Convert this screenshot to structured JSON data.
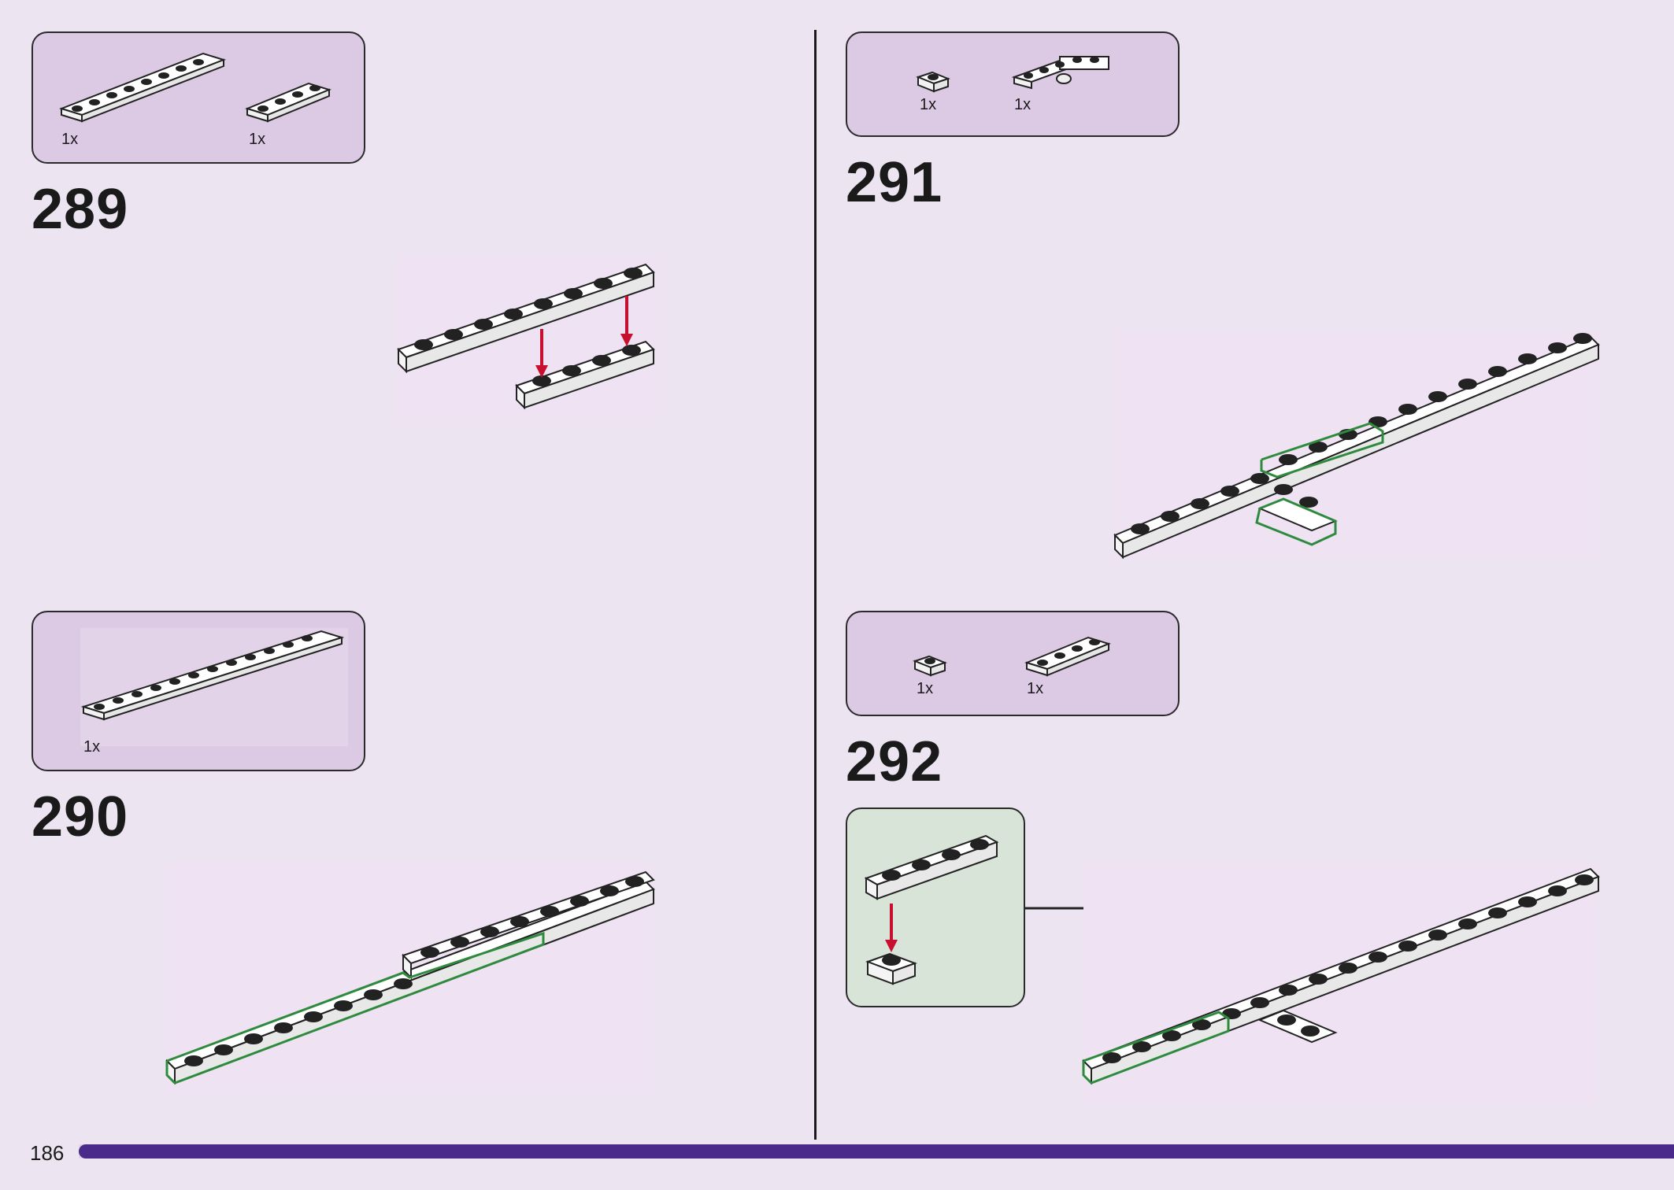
{
  "page": {
    "number": "186",
    "progress": 1.0,
    "colors": {
      "background": "#ece5f1",
      "parts_panel": "#dcc9e3",
      "callout_panel": "#d8e4d8",
      "highlight": "#2e8b3d",
      "arrow_red": "#c8102e",
      "progress_bar": "#4a2a8a"
    }
  },
  "steps": [
    {
      "number": "289",
      "parts": [
        {
          "name": "plate-1x8-white",
          "qty": "1x"
        },
        {
          "name": "plate-1x4-white",
          "qty": "1x"
        }
      ]
    },
    {
      "number": "290",
      "parts": [
        {
          "name": "plate-1x12-white",
          "qty": "1x"
        }
      ]
    },
    {
      "number": "291",
      "parts": [
        {
          "name": "plate-1x1-white",
          "qty": "1x"
        },
        {
          "name": "hinge-plate-white",
          "qty": "1x"
        }
      ]
    },
    {
      "number": "292",
      "parts": [
        {
          "name": "plate-1x1-white",
          "qty": "1x"
        },
        {
          "name": "plate-1x4-white",
          "qty": "1x"
        }
      ]
    }
  ]
}
